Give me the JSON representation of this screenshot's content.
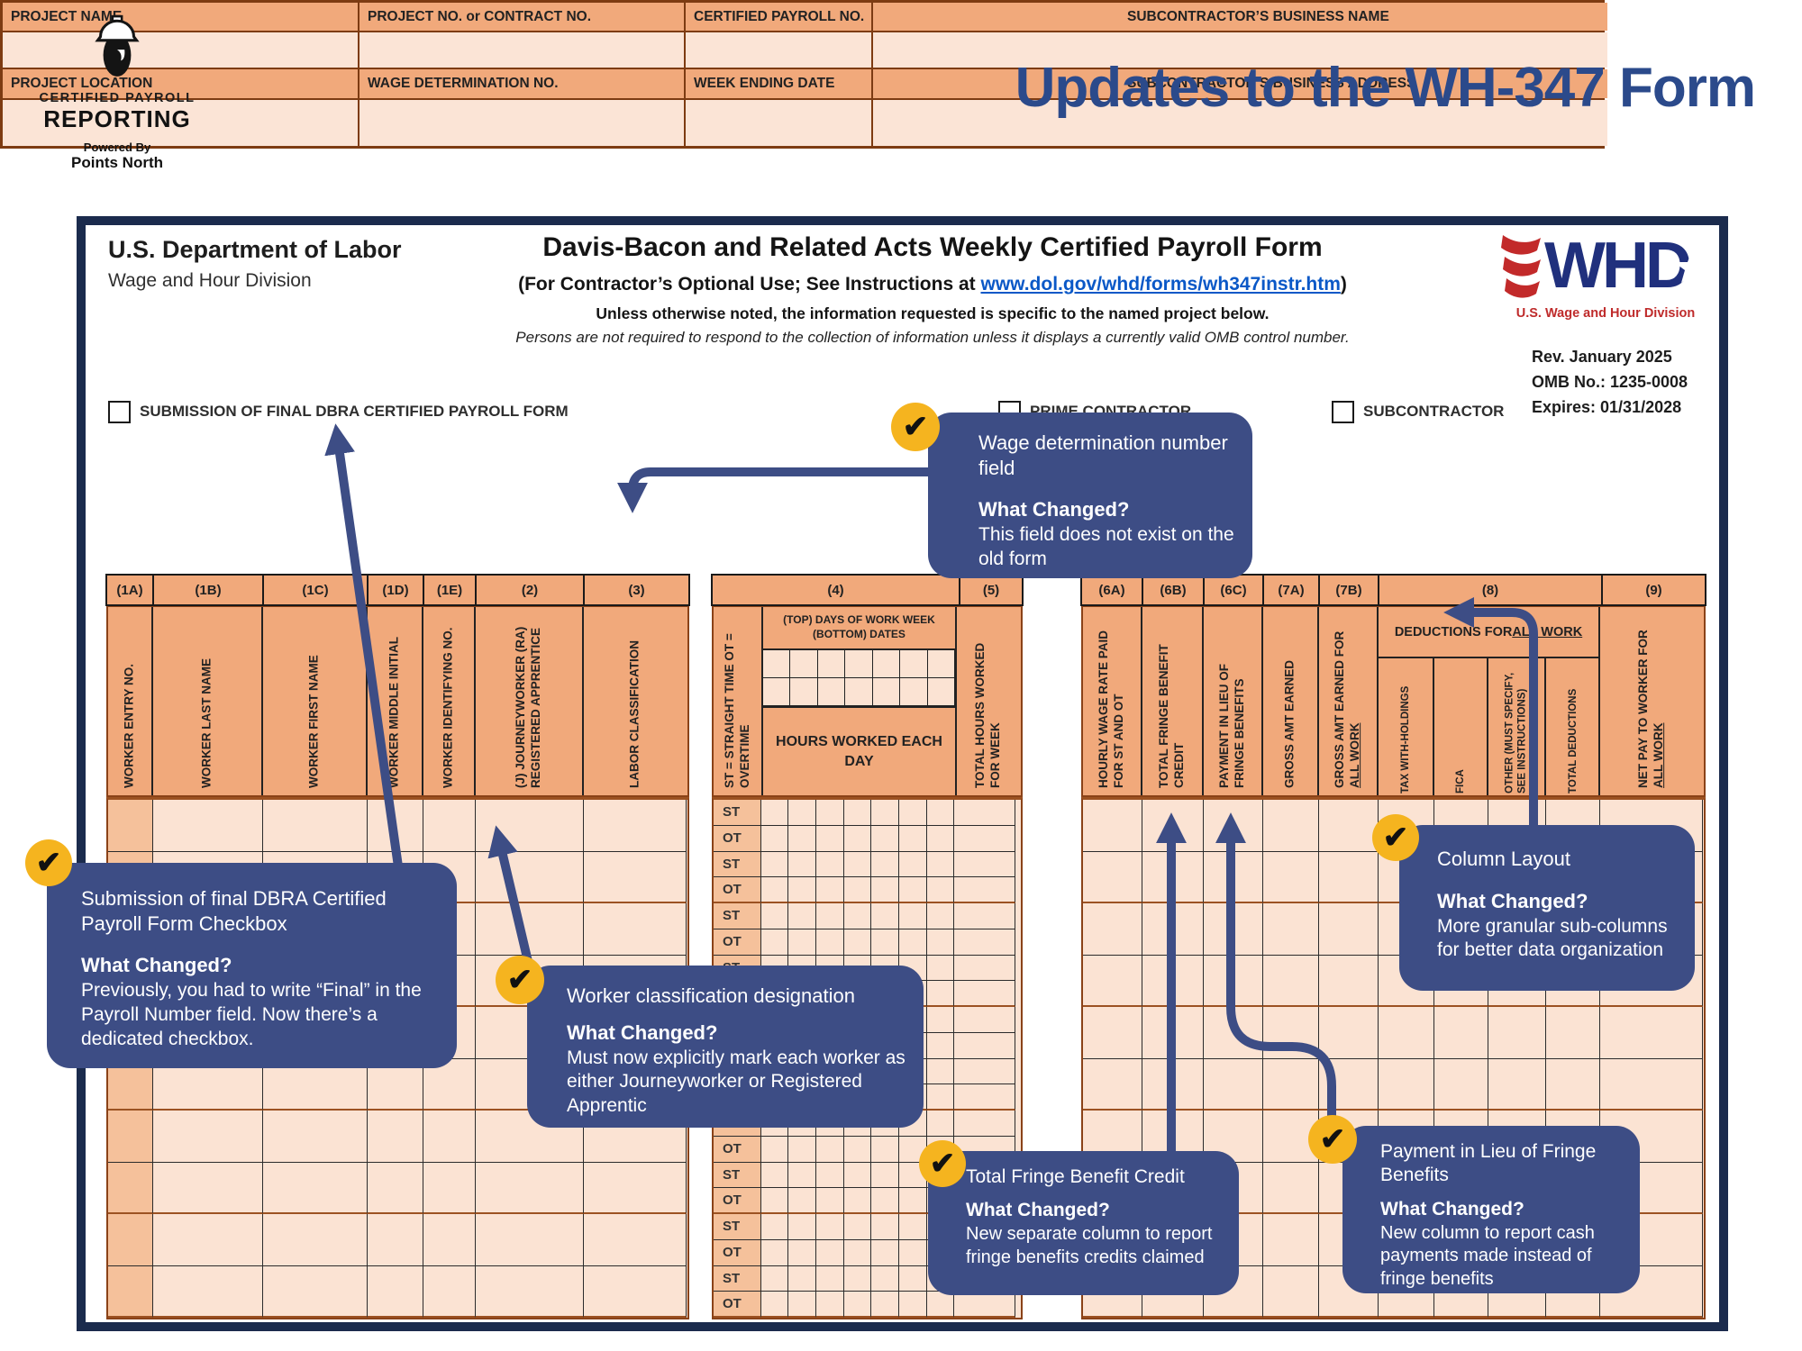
{
  "page": {
    "heading": "Updates to the WH-347 Form"
  },
  "logo": {
    "line1": "CERTIFIED PAYROLL",
    "line2": "REPORTING",
    "line3": "Powered By",
    "line4": "Points North"
  },
  "form": {
    "agency": "U.S. Department of Labor",
    "division": "Wage and Hour Division",
    "title": "Davis-Bacon and Related Acts Weekly Certified Payroll Form",
    "subtitle_prefix": "(For Contractor’s Optional Use; See Instructions at ",
    "subtitle_link": "www.dol.gov/whd/forms/wh347instr.htm",
    "subtitle_suffix": ")",
    "note_bold": "Unless otherwise noted, the information requested is specific to the named project below.",
    "note_italic": "Persons are not required to respond to the collection of information unless it displays a currently valid OMB control number.",
    "whd": {
      "acronym": "WHD",
      "caption": "U.S. Wage and Hour Division"
    },
    "meta": {
      "rev": "Rev. January 2025",
      "omb": "OMB No.: 1235-0008",
      "expires": "Expires: 01/31/2028"
    },
    "checkboxes": {
      "final": "SUBMISSION OF FINAL DBRA CERTIFIED PAYROLL FORM",
      "prime": "PRIME CONTRACTOR",
      "sub": "SUBCONTRACTOR"
    },
    "fields": {
      "project_name": "PROJECT NAME",
      "project_no": "PROJECT NO. or CONTRACT NO.",
      "certified_payroll_no": "CERTIFIED PAYROLL NO.",
      "business_name": "SUBCONTRACTOR’S BUSINESS NAME",
      "project_location": "PROJECT LOCATION",
      "wage_determination_no": "WAGE DETERMINATION NO.",
      "week_ending": "WEEK ENDING DATE",
      "business_address": "SUBCONTRACTOR’S BUSINESS ADDRESS"
    },
    "columns": {
      "c1a": {
        "no": "(1A)",
        "label": "WORKER ENTRY NO."
      },
      "c1b": {
        "no": "(1B)",
        "label": "WORKER LAST NAME"
      },
      "c1c": {
        "no": "(1C)",
        "label": "WORKER FIRST NAME"
      },
      "c1d": {
        "no": "(1D)",
        "label": "WORKER MIDDLE INITIAL"
      },
      "c1e": {
        "no": "(1E)",
        "label": "WORKER IDENTIFYING NO."
      },
      "c2": {
        "no": "(2)",
        "label": "(J) JOURNEYWORKER (RA) REGISTERED APPRENTICE"
      },
      "c3": {
        "no": "(3)",
        "label": "LABOR CLASSIFICATION"
      },
      "c4": {
        "no": "(4)",
        "st_ot_key": "ST = STRAIGHT TIME OT = OVERTIME",
        "days_header": "(TOP) DAYS OF WORK WEEK (BOTTOM) DATES",
        "hours_label": "HOURS WORKED EACH DAY"
      },
      "c5": {
        "no": "(5)",
        "label": "TOTAL HOURS WORKED FOR WEEK"
      },
      "c6a": {
        "no": "(6A)",
        "label": "HOURLY WAGE RATE PAID FOR ST AND OT"
      },
      "c6b": {
        "no": "(6B)",
        "label": "TOTAL FRINGE BENEFIT CREDIT"
      },
      "c6c": {
        "no": "(6C)",
        "label": "PAYMENT IN LIEU OF FRINGE BENEFITS"
      },
      "c7a": {
        "no": "(7A)",
        "label": "GROSS AMT EARNED"
      },
      "c7b": {
        "no": "(7B)",
        "label_pre": "GROSS AMT EARNED FOR ",
        "label_u": "ALL WORK"
      },
      "c8": {
        "no": "(8)",
        "label_pre": "DEDUCTIONS FOR ",
        "label_u": "ALL WORK",
        "sub1": "TAX WITH-HOLDINGS",
        "sub2": "FICA",
        "sub3": "OTHER (MUST SPECIFY, SEE INSTRUCTIONS)",
        "sub4": "TOTAL DEDUCTIONS"
      },
      "c9": {
        "no": "(9)",
        "label_pre": "NET PAY TO WORKER FOR ",
        "label_u": "ALL WORK"
      }
    },
    "grid": {
      "st": "ST",
      "ot": "OT",
      "worker_rows": 10,
      "day_columns": 7
    }
  },
  "callouts": {
    "wage_det": {
      "title": "Wage determination number field",
      "q": "What Changed?",
      "body": "This field does not exist on the old form"
    },
    "final_checkbox": {
      "title": "Submission of final DBRA Certified Payroll Form Checkbox",
      "q": "What Changed?",
      "body": "Previously, you had to write “Final” in the Payroll Number field. Now there’s a dedicated checkbox."
    },
    "classification": {
      "title": "Worker classification designation",
      "q": "What Changed?",
      "body": "Must now explicitly mark each worker as either Journeyworker or Registered Apprentic"
    },
    "fringe_credit": {
      "title": "Total Fringe Benefit Credit",
      "q": "What Changed?",
      "body": "New separate column to report fringe benefits credits claimed"
    },
    "lieu_fringe": {
      "title": "Payment in Lieu of Fringe Benefits",
      "q": "What Changed?",
      "body": "New column to report cash payments made instead of fringe benefits"
    },
    "column_layout": {
      "title": "Column Layout",
      "q": "What Changed?",
      "body": "More granular sub-columns for better data organization"
    }
  },
  "colors": {
    "accent_navy": "#3d4d85",
    "title_blue": "#2b4a8b",
    "check_yellow": "#f5b41f",
    "header_orange": "#f1a97b",
    "cell_peach": "#fbe3d3",
    "border_brown": "#8a4218",
    "frame_navy": "#1b2b4d",
    "link_blue": "#0a58c7",
    "whd_blue": "#20307d",
    "whd_red": "#bf2b2b"
  }
}
